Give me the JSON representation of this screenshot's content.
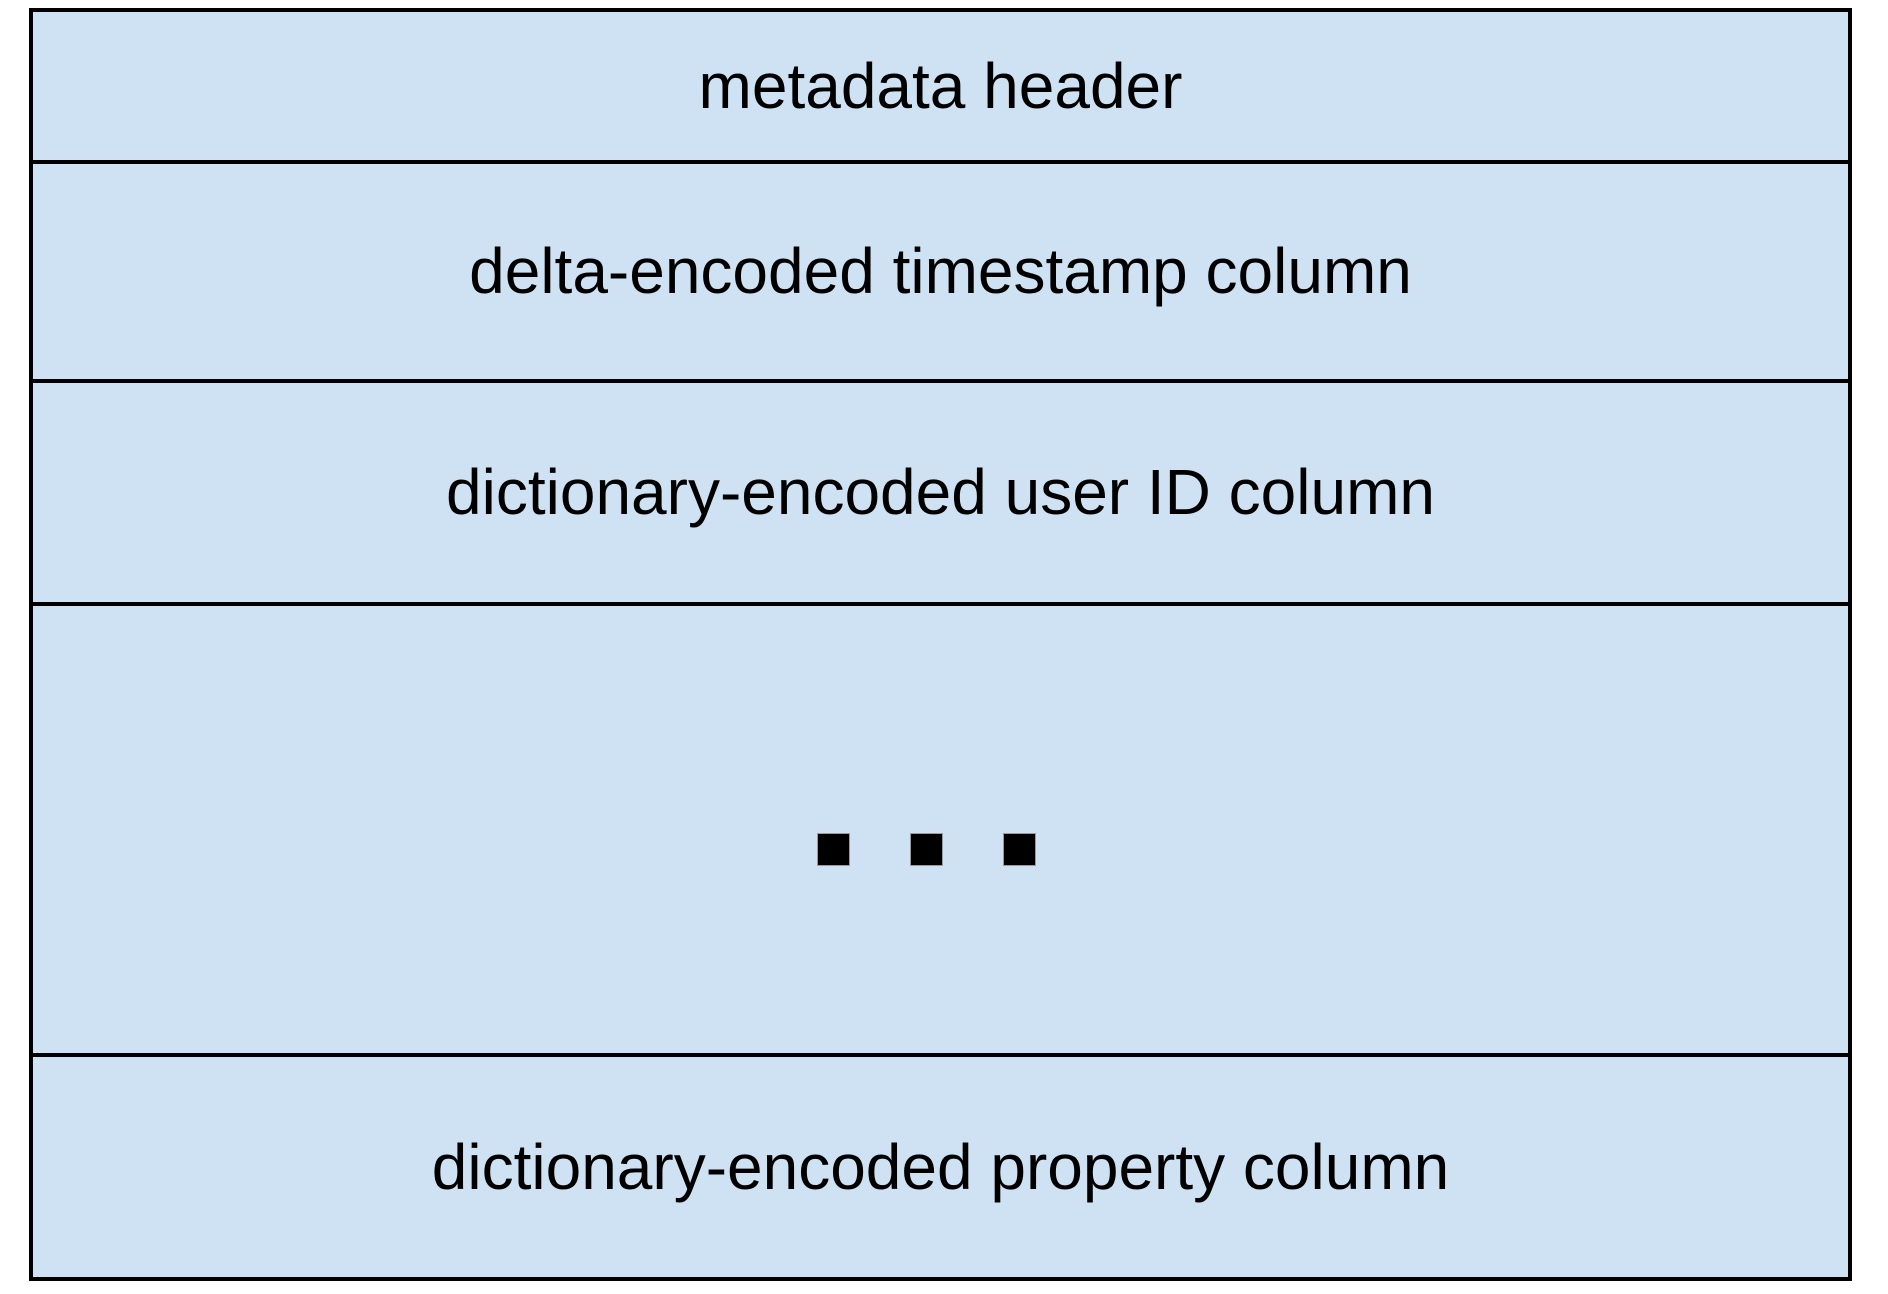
{
  "diagram": {
    "description": "stacked column-store file layout",
    "rows": [
      {
        "kind": "text",
        "label": "metadata header"
      },
      {
        "kind": "text",
        "label": "delta-encoded timestamp column"
      },
      {
        "kind": "text",
        "label": "dictionary-encoded user ID column"
      },
      {
        "kind": "ellipsis",
        "square_count": 3
      },
      {
        "kind": "text",
        "label": "dictionary-encoded property column"
      }
    ],
    "colors": {
      "fill": "#cfe2f3",
      "border": "#000000",
      "text": "#000000"
    }
  }
}
